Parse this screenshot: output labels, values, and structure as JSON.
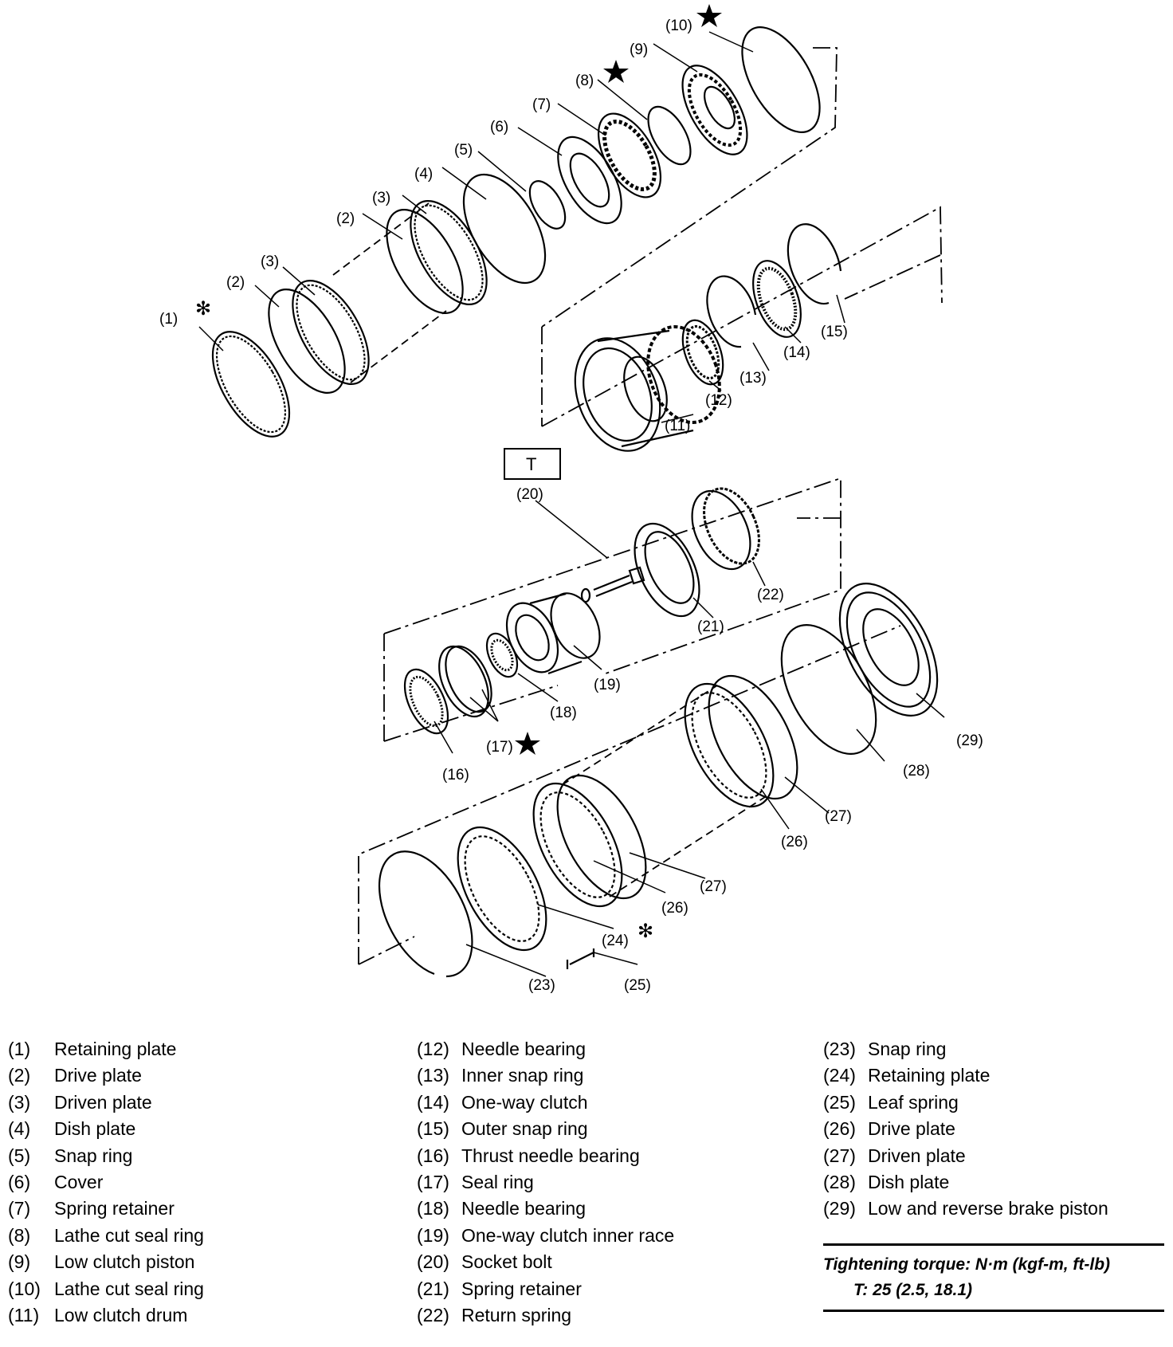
{
  "callouts": [
    "(1)",
    "(2)",
    "(3)",
    "(4)",
    "(5)",
    "(6)",
    "(7)",
    "(8)",
    "(9)",
    "(10)",
    "(11)",
    "(12)",
    "(13)",
    "(14)",
    "(15)",
    "(16)",
    "(17)",
    "(18)",
    "(19)",
    "(20)",
    "(21)",
    "(22)",
    "(23)",
    "(24)",
    "(25)",
    "(26)",
    "(27)",
    "(28)",
    "(29)"
  ],
  "torque_box_label": "T",
  "legend": {
    "col1": [
      {
        "num": "(1)",
        "text": "Retaining plate"
      },
      {
        "num": "(2)",
        "text": "Drive plate"
      },
      {
        "num": "(3)",
        "text": "Driven plate"
      },
      {
        "num": "(4)",
        "text": "Dish plate"
      },
      {
        "num": "(5)",
        "text": "Snap ring"
      },
      {
        "num": "(6)",
        "text": "Cover"
      },
      {
        "num": "(7)",
        "text": "Spring retainer"
      },
      {
        "num": "(8)",
        "text": "Lathe cut seal ring"
      },
      {
        "num": "(9)",
        "text": "Low clutch piston"
      },
      {
        "num": "(10)",
        "text": "Lathe cut seal ring"
      },
      {
        "num": "(11)",
        "text": "Low clutch drum"
      }
    ],
    "col2": [
      {
        "num": "(12)",
        "text": "Needle bearing"
      },
      {
        "num": "(13)",
        "text": "Inner snap ring"
      },
      {
        "num": "(14)",
        "text": "One-way clutch"
      },
      {
        "num": "(15)",
        "text": "Outer snap ring"
      },
      {
        "num": "(16)",
        "text": "Thrust needle bearing"
      },
      {
        "num": "(17)",
        "text": "Seal ring"
      },
      {
        "num": "(18)",
        "text": "Needle bearing"
      },
      {
        "num": "(19)",
        "text": "One-way clutch inner race"
      },
      {
        "num": "(20)",
        "text": "Socket bolt"
      },
      {
        "num": "(21)",
        "text": "Spring retainer"
      },
      {
        "num": "(22)",
        "text": "Return spring"
      }
    ],
    "col3": [
      {
        "num": "(23)",
        "text": "Snap ring"
      },
      {
        "num": "(24)",
        "text": "Retaining plate"
      },
      {
        "num": "(25)",
        "text": "Leaf spring"
      },
      {
        "num": "(26)",
        "text": "Drive plate"
      },
      {
        "num": "(27)",
        "text": "Driven plate"
      },
      {
        "num": "(28)",
        "text": "Dish plate"
      },
      {
        "num": "(29)",
        "text": "Low and reverse brake piston"
      }
    ]
  },
  "torque": {
    "heading": "Tightening torque: N·m (kgf-m, ft-lb)",
    "value": "T: 25 (2.5, 18.1)"
  }
}
